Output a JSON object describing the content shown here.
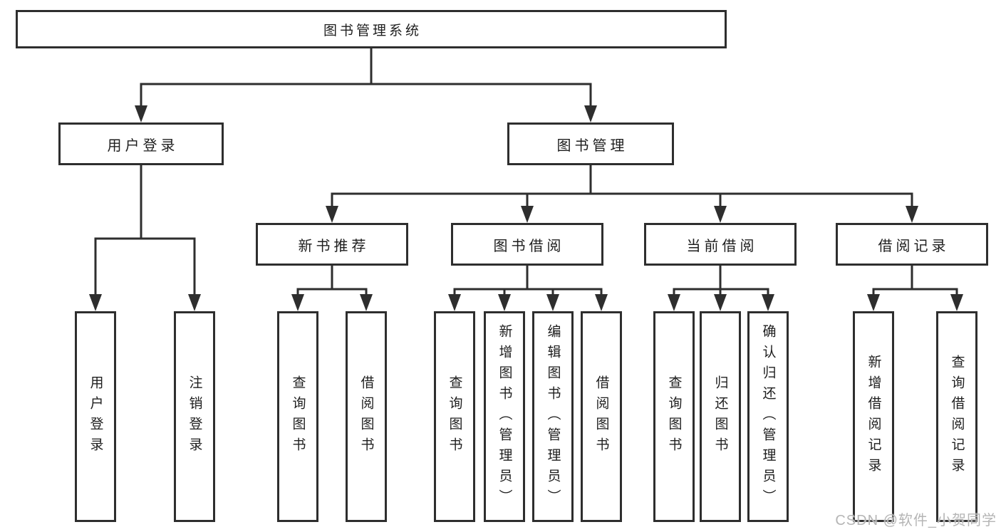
{
  "diagram": {
    "tree": {
      "label": "图书管理系统",
      "children": [
        {
          "label": "用户登录",
          "children": [
            {
              "label": "用户登录"
            },
            {
              "label": "注销登录"
            }
          ]
        },
        {
          "label": "图书管理",
          "children": [
            {
              "label": "新书推荐",
              "children": [
                {
                  "label": "查询图书"
                },
                {
                  "label": "借阅图书"
                }
              ]
            },
            {
              "label": "图书借阅",
              "children": [
                {
                  "label": "查询图书"
                },
                {
                  "label": "新增图书（管理员）"
                },
                {
                  "label": "编辑图书（管理员）"
                },
                {
                  "label": "借阅图书"
                }
              ]
            },
            {
              "label": "当前借阅",
              "children": [
                {
                  "label": "查询图书"
                },
                {
                  "label": "归还图书"
                },
                {
                  "label": "确认归还（管理员）"
                }
              ]
            },
            {
              "label": "借阅记录",
              "children": [
                {
                  "label": "新增借阅记录"
                },
                {
                  "label": "查询借阅记录"
                }
              ]
            }
          ]
        }
      ]
    }
  },
  "watermark": {
    "text": "CSDN @软件_小贺同学"
  },
  "colors": {
    "line": "#2e2e2e",
    "box_border": "#2e2e2e",
    "box_background": "#ffffff",
    "text": "#1e1e1e",
    "watermark": "#b5b5b5"
  }
}
